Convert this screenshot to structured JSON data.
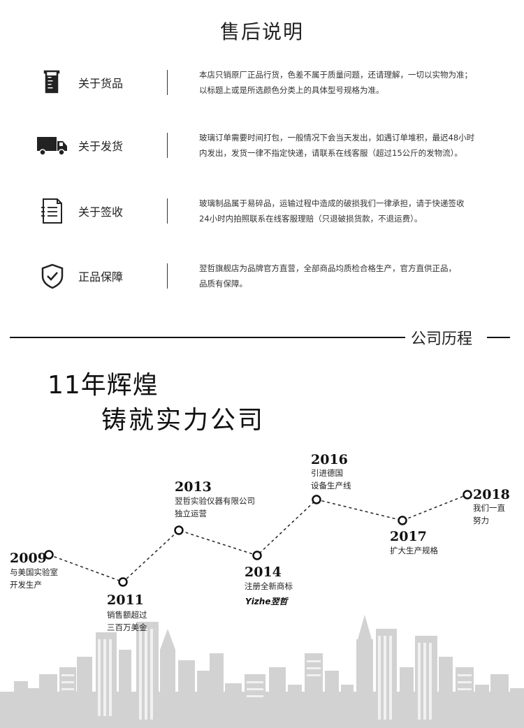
{
  "after_sales": {
    "title": "售后说明",
    "rows": [
      {
        "icon": "beaker-icon",
        "label": "关于货品",
        "lines": [
          "本店只销原厂正品行货，色差不属于质量问题，还请理解，一切以实物为准；",
          "以标题上或是所选颜色分类上的具体型号规格为准。"
        ]
      },
      {
        "icon": "truck-icon",
        "label": "关于发货",
        "lines": [
          "玻璃订单需要时间打包，一般情况下会当天发出，如遇订单堆积，最迟48小时",
          "内发出，发货一律不指定快递，请联系在线客服（超过15公斤的发物流）。"
        ]
      },
      {
        "icon": "document-icon",
        "label": "关于签收",
        "lines": [
          "玻璃制品属于易碎品，运输过程中造成的破损我们一律承担，请于快递签收",
          "24小时内拍照联系在线客服理赔（只退破损货款，不退运费）。"
        ]
      },
      {
        "icon": "shield-check-icon",
        "label": "正品保障",
        "lines": [
          "翌哲旗舰店为品牌官方直营，全部商品均质检合格生产，官方直供正品，",
          "品质有保障。"
        ]
      }
    ]
  },
  "history": {
    "title": "公司历程",
    "headline1": "11年辉煌",
    "headline2": "铸就实力公司",
    "events": [
      {
        "year": "2009",
        "lines": [
          "与美国实验室",
          "开发生产"
        ]
      },
      {
        "year": "2011",
        "lines": [
          "销售额超过",
          "三百万美金"
        ]
      },
      {
        "year": "2013",
        "lines": [
          "翌哲实验仪器有限公司",
          "独立运营"
        ]
      },
      {
        "year": "2014",
        "lines": [
          "注册全新商标"
        ]
      },
      {
        "year": "2016",
        "lines": [
          "引进德国",
          "设备生产线"
        ]
      },
      {
        "year": "2017",
        "lines": [
          "扩大生产规格"
        ]
      },
      {
        "year": "2018",
        "lines": [
          "我们一直",
          "努力"
        ]
      }
    ],
    "brand_logo": "Yizhe翌哲"
  },
  "colors": {
    "text": "#222222",
    "city": "#c8c8c8",
    "city_dark": "#b5b5b5",
    "line": "#111111"
  }
}
